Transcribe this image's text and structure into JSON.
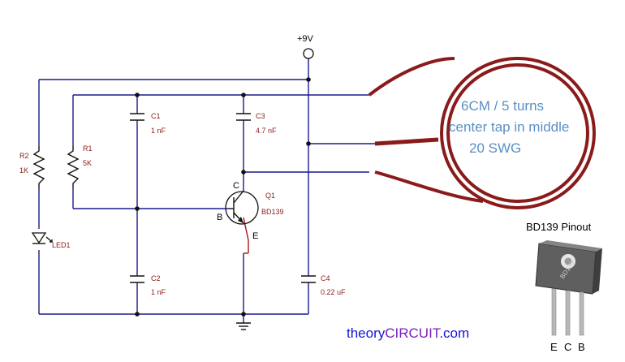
{
  "supply": "+9V",
  "components": {
    "r1": {
      "ref": "R1",
      "value": "5K"
    },
    "r2": {
      "ref": "R2",
      "value": "1K"
    },
    "c1": {
      "ref": "C1",
      "value": "1 nF"
    },
    "c2": {
      "ref": "C2",
      "value": "1 nF"
    },
    "c3": {
      "ref": "C3",
      "value": "4.7 nF"
    },
    "c4": {
      "ref": "C4",
      "value": "0.22 uF"
    },
    "q1": {
      "ref": "Q1",
      "value": "BD139"
    },
    "led": {
      "ref": "LED1"
    }
  },
  "transistor_pins": {
    "c": "C",
    "b": "B",
    "e": "E"
  },
  "coil": {
    "line1": "6CM / 5 turns",
    "line2": "center tap in middle",
    "line3": "20 SWG"
  },
  "pinout": {
    "title": "BD139 Pinout",
    "pins": [
      "E",
      "C",
      "B"
    ],
    "marking": "BD139"
  },
  "brand": {
    "part1": "theory",
    "part2": "CIRCUIT",
    "part3": ".com"
  },
  "colors": {
    "wire": "#1a1a8c",
    "coil": "#8b1a1a",
    "coil_text": "#5b8fc4",
    "brand_blue": "#1515d0",
    "brand_violet": "#7a1fc0"
  }
}
